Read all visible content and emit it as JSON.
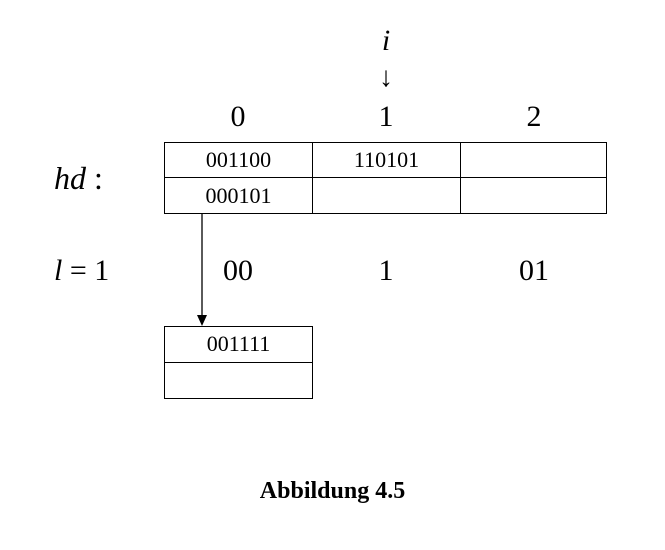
{
  "pointer": {
    "label": "i",
    "arrow": "↓"
  },
  "columns": [
    "0",
    "1",
    "2"
  ],
  "hd_label": {
    "name": "hd",
    "suffix": " :"
  },
  "hd_cells": [
    [
      "001100",
      "110101",
      ""
    ],
    [
      "000101",
      "",
      ""
    ]
  ],
  "depth_label": {
    "var": "l",
    "rest": " = 1"
  },
  "depths": [
    "00",
    "1",
    "01"
  ],
  "overflow_cells": [
    "001111",
    ""
  ],
  "caption": "Abbildung 4.5"
}
